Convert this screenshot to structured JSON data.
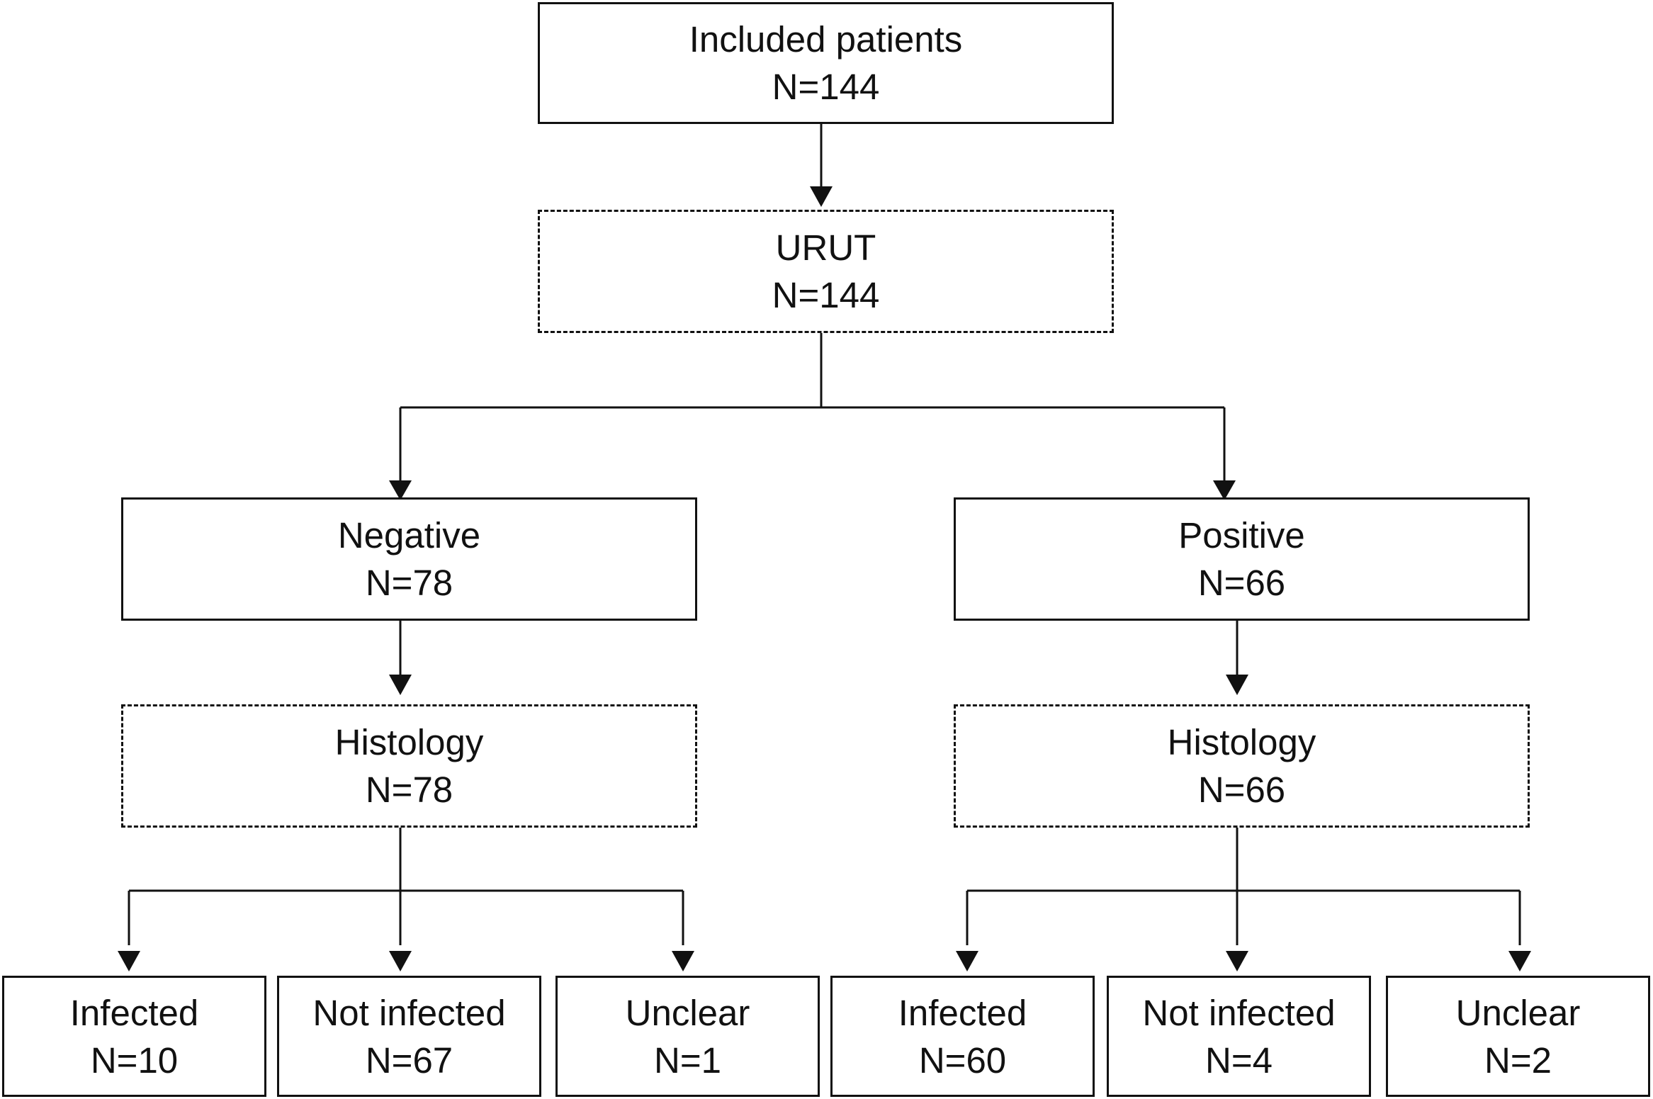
{
  "colors": {
    "stroke": "#111111",
    "background": "#ffffff"
  },
  "nodes": {
    "included": {
      "label": "Included patients",
      "count": "N=144"
    },
    "urut": {
      "label": "URUT",
      "count": "N=144"
    },
    "negative": {
      "label": "Negative",
      "count": "N=78"
    },
    "positive": {
      "label": "Positive",
      "count": "N=66"
    },
    "histology_negative": {
      "label": "Histology",
      "count": "N=78"
    },
    "histology_positive": {
      "label": "Histology",
      "count": "N=66"
    },
    "neg_infected": {
      "label": "Infected",
      "count": "N=10"
    },
    "neg_not_infected": {
      "label": "Not infected",
      "count": "N=67"
    },
    "neg_unclear": {
      "label": "Unclear",
      "count": "N=1"
    },
    "pos_infected": {
      "label": "Infected",
      "count": "N=60"
    },
    "pos_not_infected": {
      "label": "Not infected",
      "count": "N=4"
    },
    "pos_unclear": {
      "label": "Unclear",
      "count": "N=2"
    }
  }
}
